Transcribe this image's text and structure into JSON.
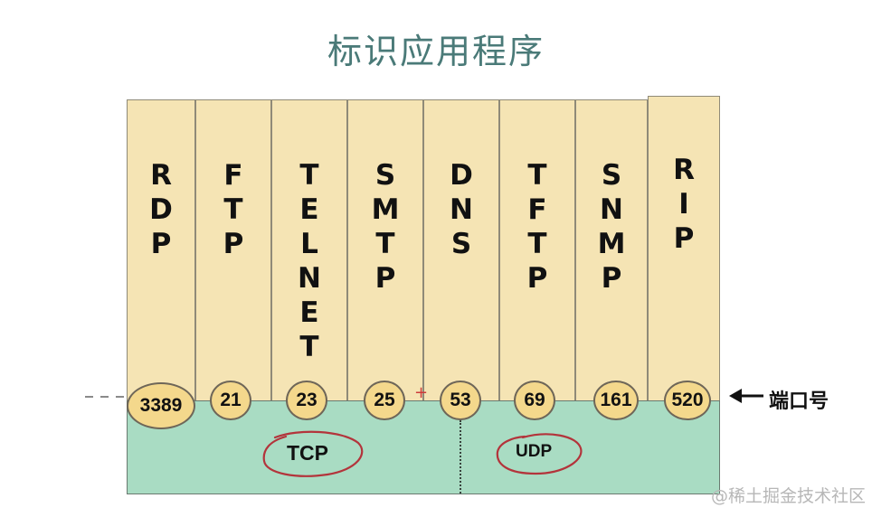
{
  "title": "标识应用程序",
  "applications": [
    {
      "name": "RDP",
      "port": "3389"
    },
    {
      "name": "FTP",
      "port": "21"
    },
    {
      "name": "TELNET",
      "port": "23"
    },
    {
      "name": "SMTP",
      "port": "25"
    },
    {
      "name": "DNS",
      "port": "53"
    },
    {
      "name": "TFTP",
      "port": "69"
    },
    {
      "name": "SNMP",
      "port": "161"
    },
    {
      "name": "RIP",
      "port": "520"
    }
  ],
  "transport": {
    "tcp": "TCP",
    "udp": "UDP"
  },
  "port_label": "端口号",
  "watermark": "@稀土掘金技术社区",
  "colors": {
    "column_fill": "#f5e4b4",
    "badge_fill": "#f4d88c",
    "transport_fill": "#a9dcc3",
    "title": "#4a7a78",
    "annotation": "#b3343b"
  }
}
